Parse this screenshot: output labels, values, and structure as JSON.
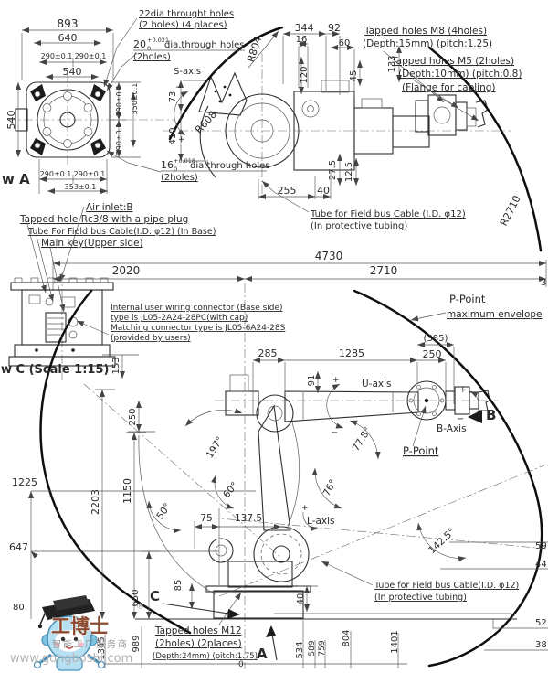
{
  "drawing_title": "Industrial robot dimensional drawing",
  "dims": {
    "d893": "893",
    "d640": "640",
    "d540": "540",
    "d290": "290±0.1",
    "d350": "350±0.1",
    "d353": "353±0.1",
    "d344": "344",
    "d92": "92",
    "d16": "16",
    "d60": "60",
    "d120": "120",
    "d45": "45",
    "d133": "133",
    "d73": "73",
    "d410": "410",
    "d27_5": "27.5",
    "d12_5": "12.5",
    "d255": "255",
    "d40": "40",
    "r804": "R804",
    "r608": "R608",
    "r2710": "R2710",
    "d4730": "4730",
    "d2020": "2020",
    "d2710": "2710",
    "d285": "285",
    "d1285": "1285",
    "d250": "250",
    "d385": "(385)",
    "d153": "153",
    "d91": "91",
    "d250v": "250",
    "d1150": "1150",
    "d2203": "2203",
    "d1225": "1225",
    "d647": "647",
    "d650": "650",
    "d85": "85",
    "d75": "75",
    "d137_5": "137.5",
    "d989": "989",
    "d1345": "1345",
    "d534": "534",
    "d589": "589",
    "d759": "759",
    "d804": "804",
    "d1401": "1401",
    "d80": "80",
    "d0": "0",
    "d40b": "40",
    "a197": "197°",
    "a60": "60°",
    "a50": "50°",
    "a77_8": "77.8°",
    "a76": "76°",
    "a142_5": "142.5°",
    "edge59": "59",
    "edge44": "44",
    "edge52": "52",
    "edge38": "38",
    "edge3": "3"
  },
  "callouts": {
    "holes22_l1": "22dia throught holes",
    "holes22_l2": "(2 holes) (4 places)",
    "holes20_val": "20",
    "holes20_tol_top": "+0.021",
    "holes20_tol_bot": "0",
    "holes20_l1": "dia.through holes",
    "holes20_l2": "(2holes)",
    "holes16_val": "16",
    "holes16_tol_top": "+0.018",
    "holes16_tol_bot": "0",
    "holes16_l1": "dia.through holes",
    "holes16_l2": "(2holes)",
    "m8_l1": "Tapped holes M8 (4holes)",
    "m8_l2": "(Depth:15mm) (pitch:1.25)",
    "m5_l1": "Tapped holes M5 (2holes)",
    "m5_l2": "(Depth:10mm) (pitch:0.8)",
    "m5_l3": "(Flange for cabling)",
    "air": "Air inlet:B",
    "rc38": "Tapped hole Rc3/8 with a pipe plug",
    "tube_base": "Tube For Field bus Cable(I.D. φ12) (In Base)",
    "main_key": "Main key(Upper side)",
    "tube_top_l1": "Tube for Field bus Cable (I.D. φ12)",
    "tube_top_l2": "(In protective tubing)",
    "wiring_l1": "Internal user wiring connector (Base side)",
    "wiring_l2": "type is JL05-2A24-28PC(with cap)",
    "wiring_l3": "Matching connector type is JL05-6A24-28S",
    "wiring_l4": "(provided by users)",
    "m12_l1": "Tapped holes M12",
    "m12_l2": "(2holes) (2places)",
    "m12_l3": "(Depth:24mm) (pitch:1.75)",
    "tube_bot_l1": "Tube for Field bus Cable(I.D. φ12)",
    "tube_bot_l2": "(In protective tubing)",
    "p_point_env_l1": "P-Point",
    "p_point_env_l2": "maximum envelope"
  },
  "labels": {
    "view_a": "w A",
    "view_c": "w C (Scale 1:15)",
    "s_axis": "S-axis",
    "u_axis": "U-axis",
    "b_axis": "B-Axis",
    "l_axis": "L-axis",
    "p_point": "P-Point",
    "sec_a": "A",
    "sec_b": "B",
    "sec_c": "C",
    "plus": "+",
    "minus": "−"
  },
  "logo": {
    "brand": "工博士",
    "tagline": "智能工厂服务商",
    "url": "www.gongboshi.com",
    "registered": "®"
  }
}
